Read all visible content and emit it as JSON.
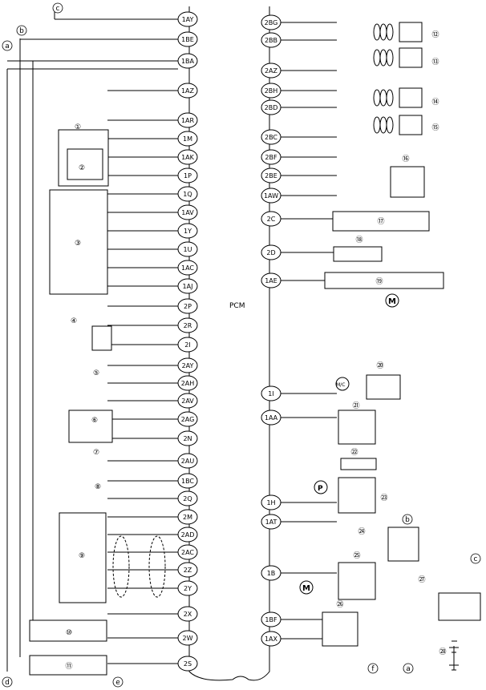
{
  "pcm_label": "PCM",
  "left_pins": [
    "1AY",
    "1BE",
    "1BA",
    "1AZ",
    "1AR",
    "1M",
    "1AK",
    "1P",
    "1Q",
    "1AV",
    "1Y",
    "1U",
    "1AC",
    "1AJ",
    "2P",
    "2R",
    "2I",
    "2AY",
    "2AH",
    "2AV",
    "2AG",
    "2N",
    "2AU",
    "1BC",
    "2Q",
    "2M",
    "2AD",
    "2AC",
    "2Z",
    "2Y",
    "2X",
    "2W",
    "2S"
  ],
  "right_pins": [
    "2BG",
    "2BB",
    "2AZ",
    "2BH",
    "2BD",
    "2BC",
    "2BF",
    "2BE",
    "1AW",
    "2C",
    "2D",
    "1AE",
    "1I",
    "1AA",
    "1H",
    "1AT",
    "1B",
    "1BF",
    "1AX"
  ],
  "letters": [
    "c",
    "b",
    "a",
    "d",
    "e",
    "f",
    "a",
    "b",
    "c"
  ],
  "component_numbers": [
    "①",
    "②",
    "③",
    "④",
    "⑤",
    "⑥",
    "⑦",
    "⑧",
    "⑨",
    "⑩",
    "⑪",
    "⑫",
    "⑬",
    "⑭",
    "⑮",
    "⑯",
    "⑰",
    "⑱",
    "⑲",
    "⑳",
    "㉑",
    "㉒",
    "㉓",
    "㉔",
    "㉕",
    "㉖",
    "㉗",
    "㉘"
  ],
  "symbols": {
    "motor": "M",
    "mc": "M/C",
    "p": "P"
  }
}
